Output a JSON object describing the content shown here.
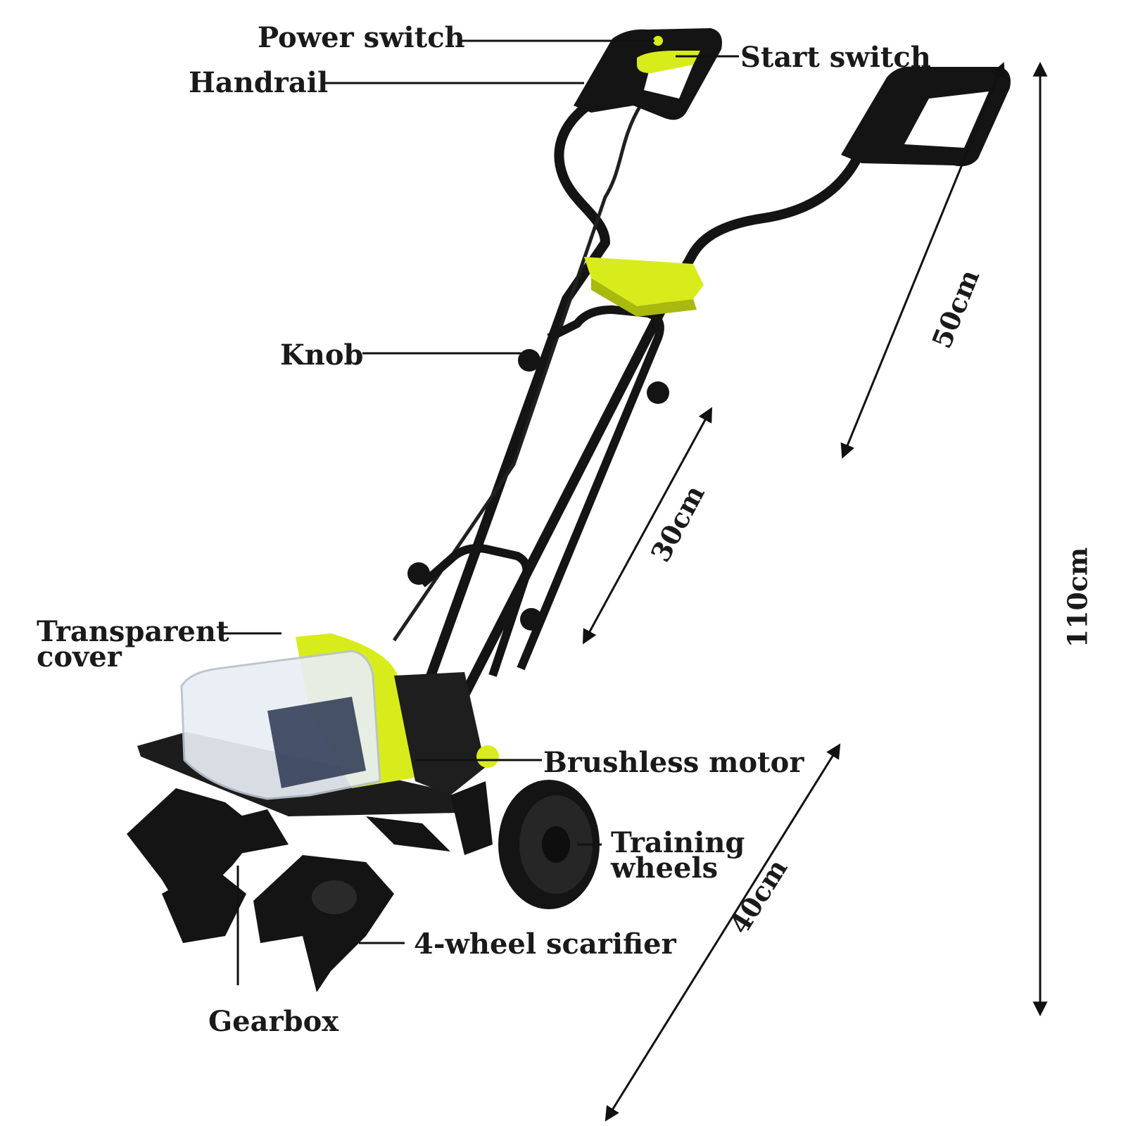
{
  "colors": {
    "frame": "#141414",
    "accent": "#d8ec1c",
    "accent_dark": "#a9b90e",
    "cover": "#e8eef4",
    "text": "#1a1a1a"
  },
  "labels": {
    "power_switch": "Power switch",
    "start_switch": "Start switch",
    "handrail": "Handrail",
    "knob": "Knob",
    "transparent_cover_1": "Transparent",
    "transparent_cover_2": "cover",
    "brushless_motor": "Brushless motor",
    "training_wheels_1": "Training",
    "training_wheels_2": "wheels",
    "scarifier": "4-wheel scarifier",
    "gearbox": "Gearbox"
  },
  "dimensions": {
    "handle_width": "50cm",
    "frame_span": "30cm",
    "total_height": "110cm",
    "tilling_width": "40cm"
  }
}
